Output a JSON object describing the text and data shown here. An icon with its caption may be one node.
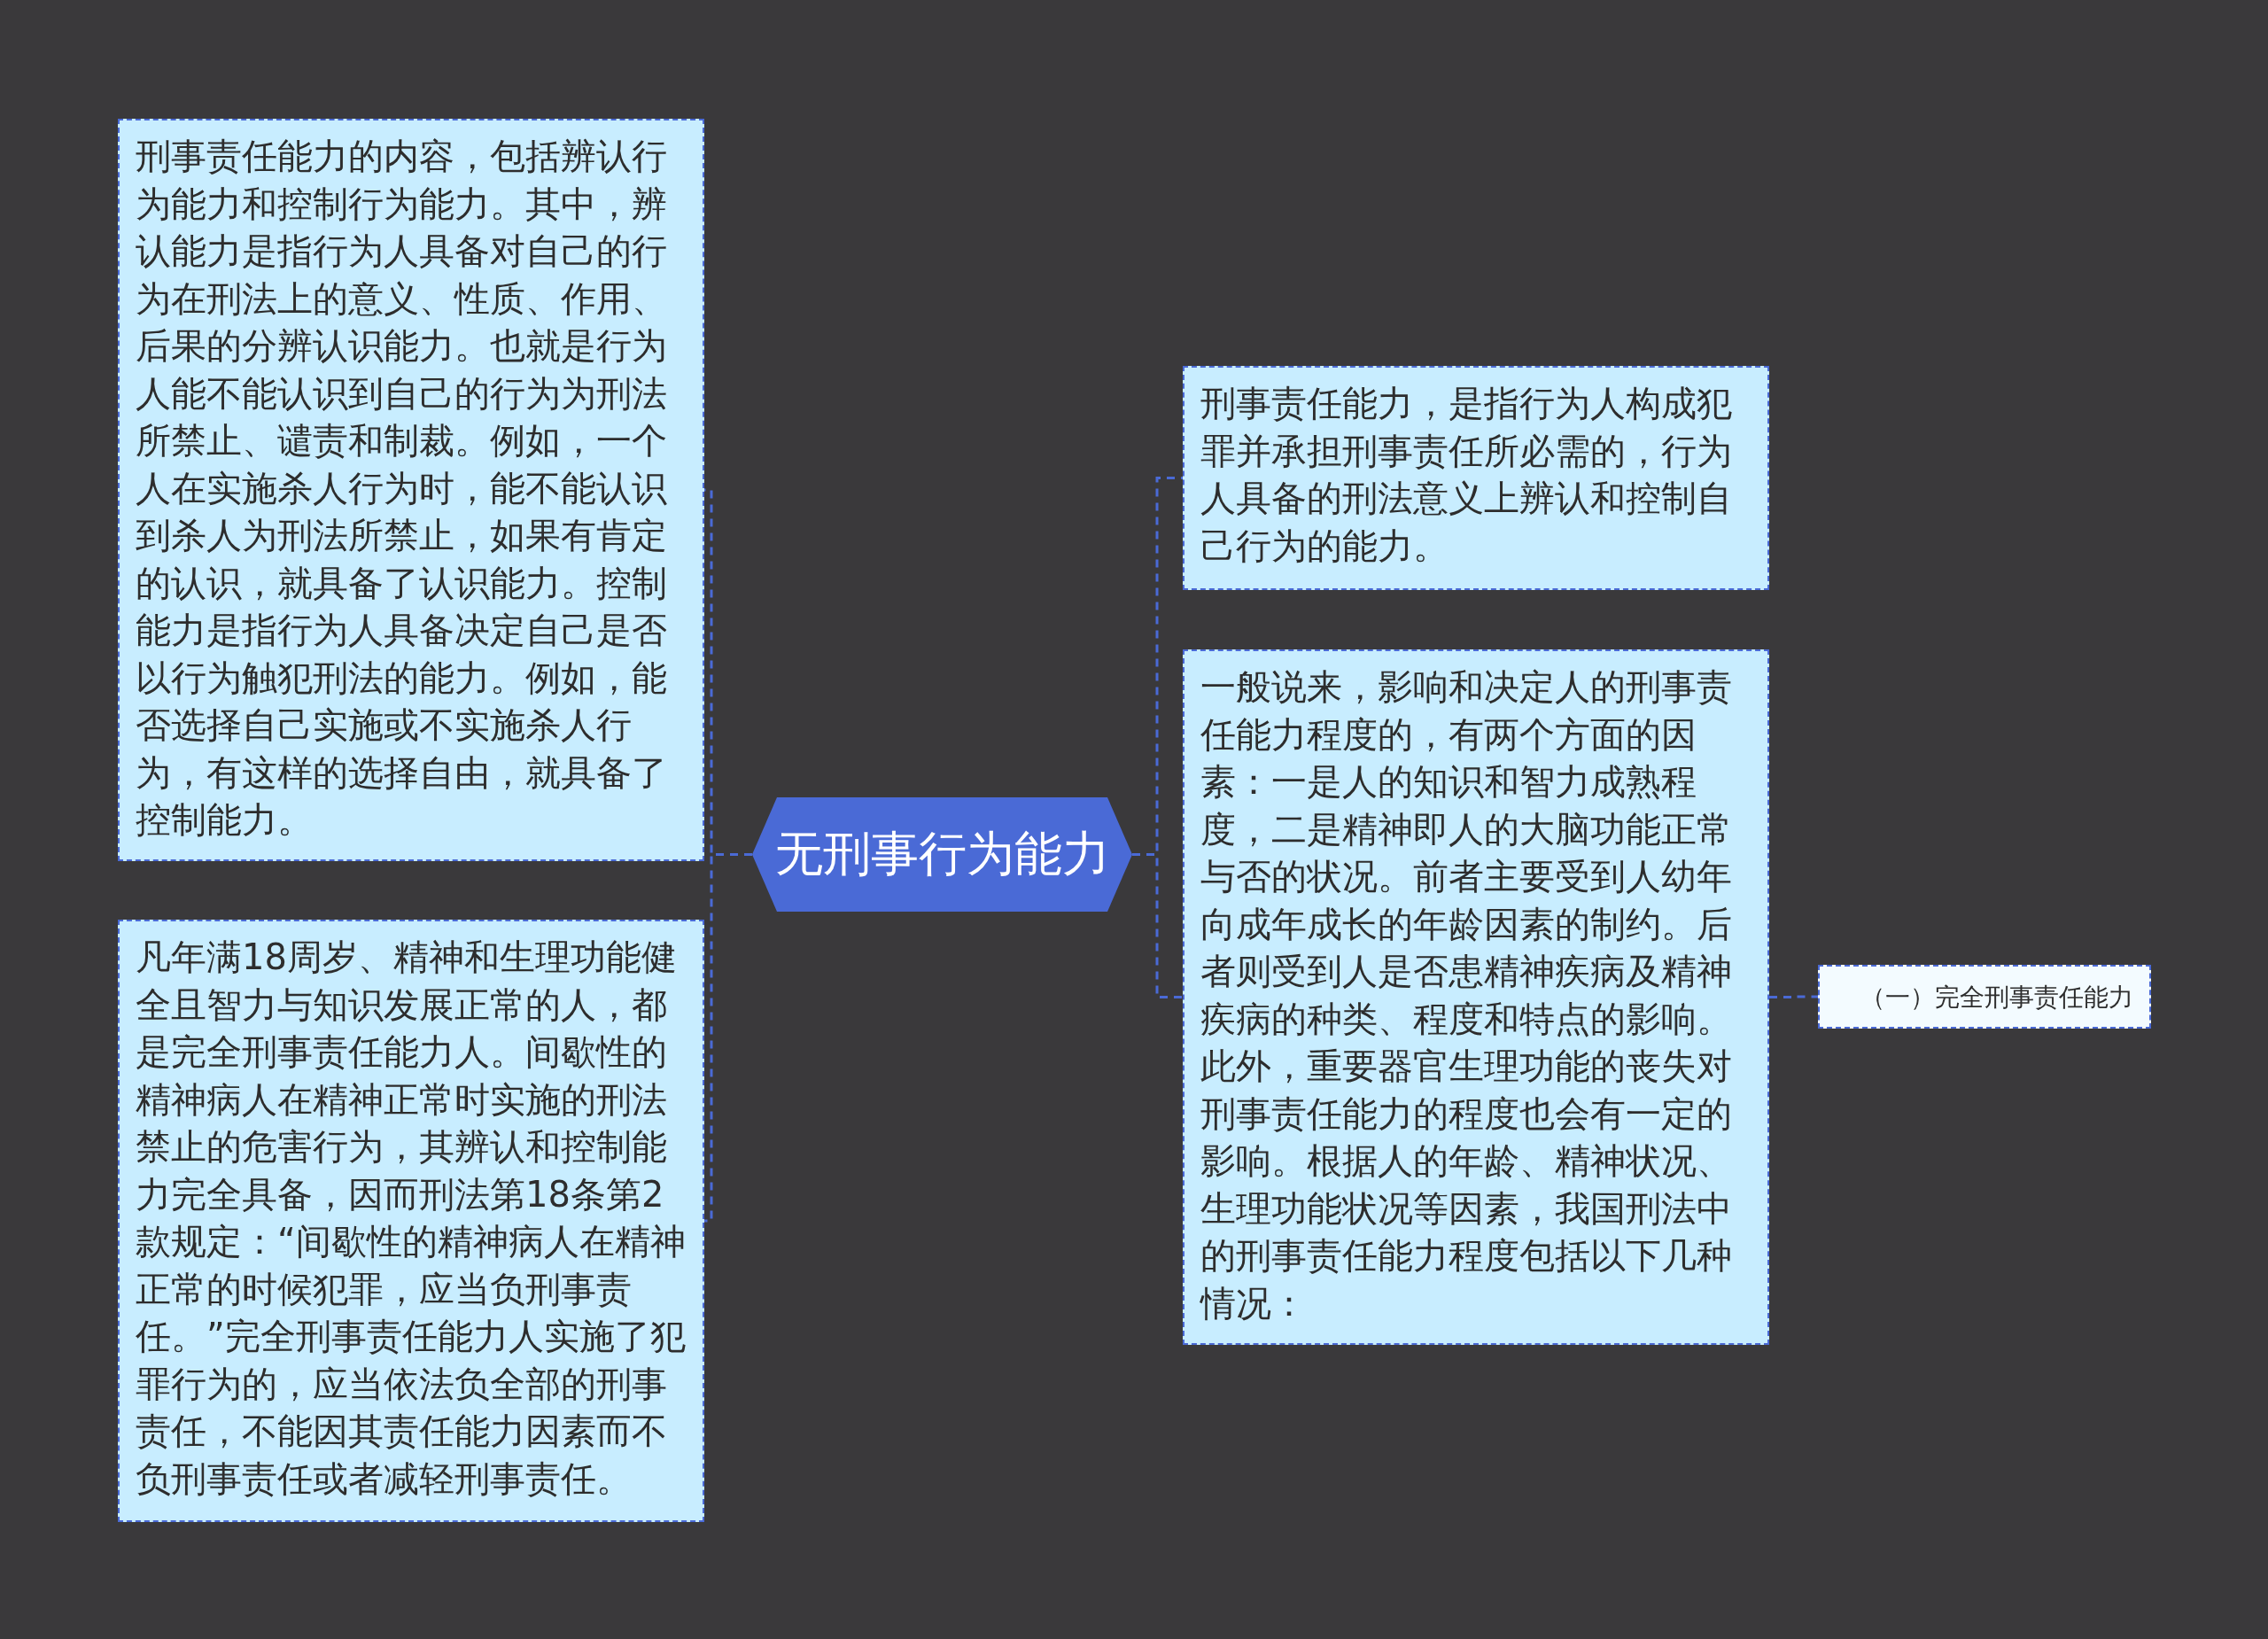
{
  "diagram": {
    "nodes": [
      {
        "text": [
          "无刑事行为能力"
        ]
      },
      {
        "text": [
          "刑事责任能力的内容，包括辨认行为能力和控制行为能力。其中，辨认能力是指行为人具备对自己的行为在刑法上的意义、性质、作用、后果的分辨认识能力。也就是行为人能不能认识到自己的行为为刑法所禁止、谴责和制裁。例如，一个人在实施杀人行为时，能不能认识到杀人为刑法所禁止，如果有肯定的认识，就具备了认识能力。控制能力是指行为人具备决定自己是否以行为触犯刑法的能力。例如，能否选择自己实施或不实施杀人行为，有这样的选择自由，就具备了控制能力。"
        ]
      },
      {
        "text": [
          "凡年满18周岁、精神和生理功能健全且智力与知识发展正常的人，都是完全刑事责任能力人。间歇性的精神病人在精神正常时实施的刑法禁止的危害行为，其辨认和控制能力完全具备，因而刑法第18条第2款规定：“间歇性的精神病人在精神正常的时候犯罪，应当负刑事责任。”完全刑事责任能力人实施了犯罪行为的，应当依法负全部的刑事责任，不能因其责任能力因素而不负刑事责任或者减轻刑事责任。"
        ]
      },
      {
        "text": [
          "刑事责任能力，是指行为人构成犯罪并承担刑事责任所必需的，行为人具备的刑法意义上辨认和控制自己行为的能力。"
        ]
      },
      {
        "text": [
          "一般说来，影响和决定人的刑事责任能力程度的，有两个方面的因素：一是人的知识和智力成熟程度，二是精神即人的大脑功能正常与否的状况。前者主要受到人幼年向成年成长的年龄因素的制约。后者则受到人是否患精神疾病及精神疾病的种类、程度和特点的影响。此外，重要器官生理功能的丧失对刑事责任能力的程度也会有一定的影响。根据人的年龄、精神状况、生理功能状况等因素，我国刑法中的刑事责任能力程度包括以下几种情况："
        ]
      },
      {
        "text": [
          "（一）完全刑事责任能力"
        ]
      }
    ],
    "edges": [
      {
        "from": 0,
        "to": 1,
        "arrow": "none",
        "style": "dashed"
      },
      {
        "from": 0,
        "to": 2,
        "arrow": "none",
        "style": "dashed"
      },
      {
        "from": 0,
        "to": 3,
        "arrow": "none",
        "style": "dashed"
      },
      {
        "from": 0,
        "to": 4,
        "arrow": "none",
        "style": "dashed"
      },
      {
        "from": 4,
        "to": 5,
        "arrow": "none",
        "style": "dashed"
      }
    ]
  }
}
